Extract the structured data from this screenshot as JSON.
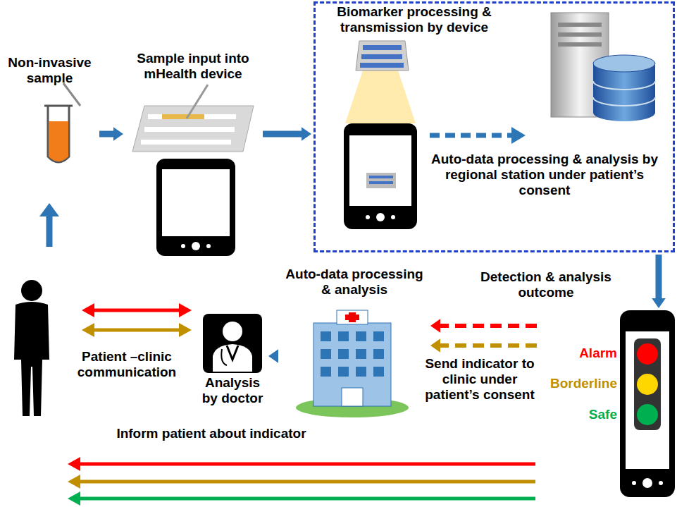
{
  "diagram": {
    "nodes": [
      {
        "text": [
          "Non-invasive sample"
        ]
      },
      {
        "text": [
          "Sample input into mHealth device"
        ]
      },
      {
        "text": [
          "Biomarker processing & transmission by device",
          "Auto-data processing & analysis by regional station under patient’s consent"
        ]
      },
      {
        "text": [
          "Alarm",
          "Borderline",
          "Safe"
        ]
      },
      {
        "text": [
          "Auto-data processing & analysis"
        ]
      },
      {
        "text": [
          "Analysis by doctor"
        ]
      }
    ],
    "edges": [
      {
        "from": 0,
        "to": 1,
        "arrow": "to"
      },
      {
        "from": 1,
        "to": 2,
        "arrow": "to"
      },
      {
        "from": 2,
        "to": 3,
        "label": "Detection & analysis outcome",
        "arrow": "to"
      },
      {
        "from": 3,
        "to": 4,
        "label": "Send indicator to clinic under patient’s consent",
        "arrow": "to"
      },
      {
        "from": 3,
        "to": 4,
        "arrow": "to"
      },
      {
        "from": 4,
        "to": 5,
        "arrow": "to"
      }
    ],
    "labels": [
      "Patient –clinic communication",
      "Inform patient about indicator"
    ]
  }
}
